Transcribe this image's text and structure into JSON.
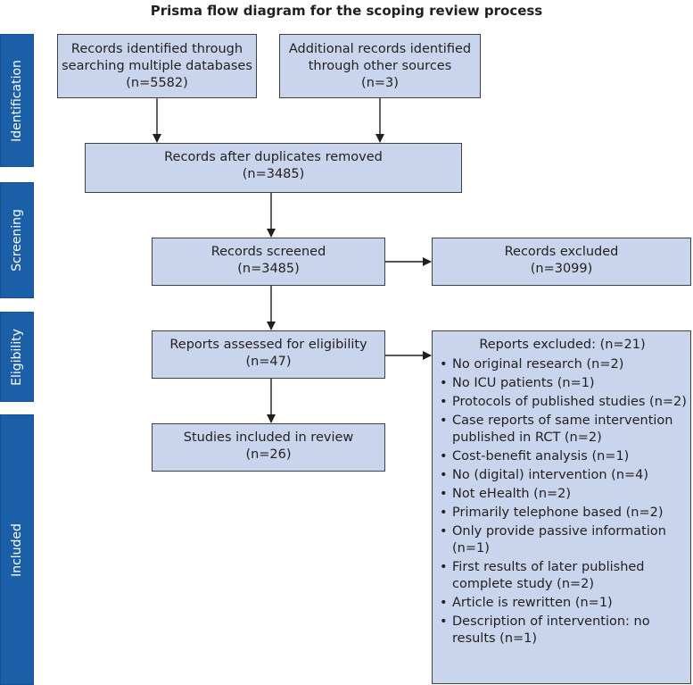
{
  "title": "Prisma flow diagram for the scoping review process",
  "phases": {
    "identification": "Identification",
    "screening": "Screening",
    "eligibility": "Eligibility",
    "included": "Included"
  },
  "boxes": {
    "databases": {
      "lines": [
        "Records identified through",
        "searching multiple databases",
        "(n=5582)"
      ]
    },
    "other_sources": {
      "lines": [
        "Additional records identified",
        "through other sources",
        "(n=3)"
      ]
    },
    "duplicates_removed": {
      "lines": [
        "Records after duplicates removed",
        "(n=3485)"
      ]
    },
    "screened": {
      "lines": [
        "Records screened",
        "(n=3485)"
      ]
    },
    "excluded": {
      "lines": [
        "Records excluded",
        "(n=3099)"
      ]
    },
    "eligibility_assessed": {
      "lines": [
        "Reports assessed for eligibility",
        "(n=47)"
      ]
    },
    "included_studies": {
      "lines": [
        "Studies included in review",
        "(n=26)"
      ]
    }
  },
  "reports_excluded": {
    "heading": "Reports excluded: (n=21)",
    "items": [
      "No original research (n=2)",
      "No ICU patients (n=1)",
      "Protocols of published studies (n=2)",
      "Case reports of same intervention published in RCT (n=2)",
      "Cost-benefit analysis (n=1)",
      "No (digital) intervention (n=4)",
      "Not eHealth (n=2)",
      "Primarily telephone based (n=2)",
      "Only provide passive information (n=1)",
      "First results of later published complete study (n=2)",
      "Article is rewritten (n=1)",
      "Description of intervention: no results (n=1)"
    ]
  },
  "colors": {
    "phase_fill": "#1a5fa8",
    "box_fill": "#c9d5ec",
    "border": "#3f4146",
    "text": "#231f20"
  }
}
